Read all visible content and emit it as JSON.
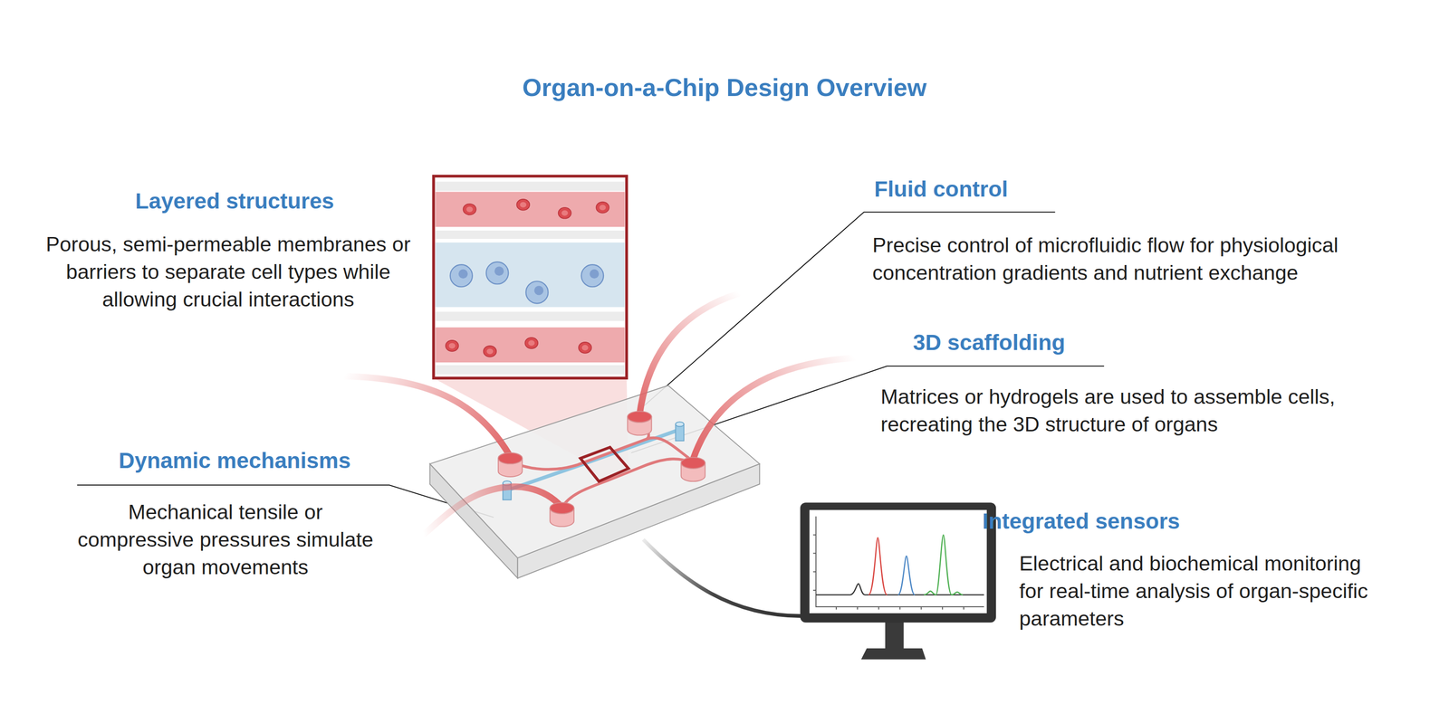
{
  "diagram": {
    "title": "Organ-on-a-Chip Design Overview",
    "labels": [
      "Layered structures",
      "Porous, semi-permeable membranes or barriers to separate cell types while allowing crucial interactions",
      "Fluid control",
      "Precise control of microfluidic flow for physiological concentration gradients and nutrient exchange",
      "3D scaffolding",
      "Matrices or hydrogels are used to assemble cells, recreating the 3D structure of organs",
      "Dynamic mechanisms",
      "Mechanical tensile or compressive pressures simulate organ movements",
      "Integrated sensors",
      "Electrical and biochemical monitoring for real-time analysis of organ-specific parameters"
    ]
  }
}
